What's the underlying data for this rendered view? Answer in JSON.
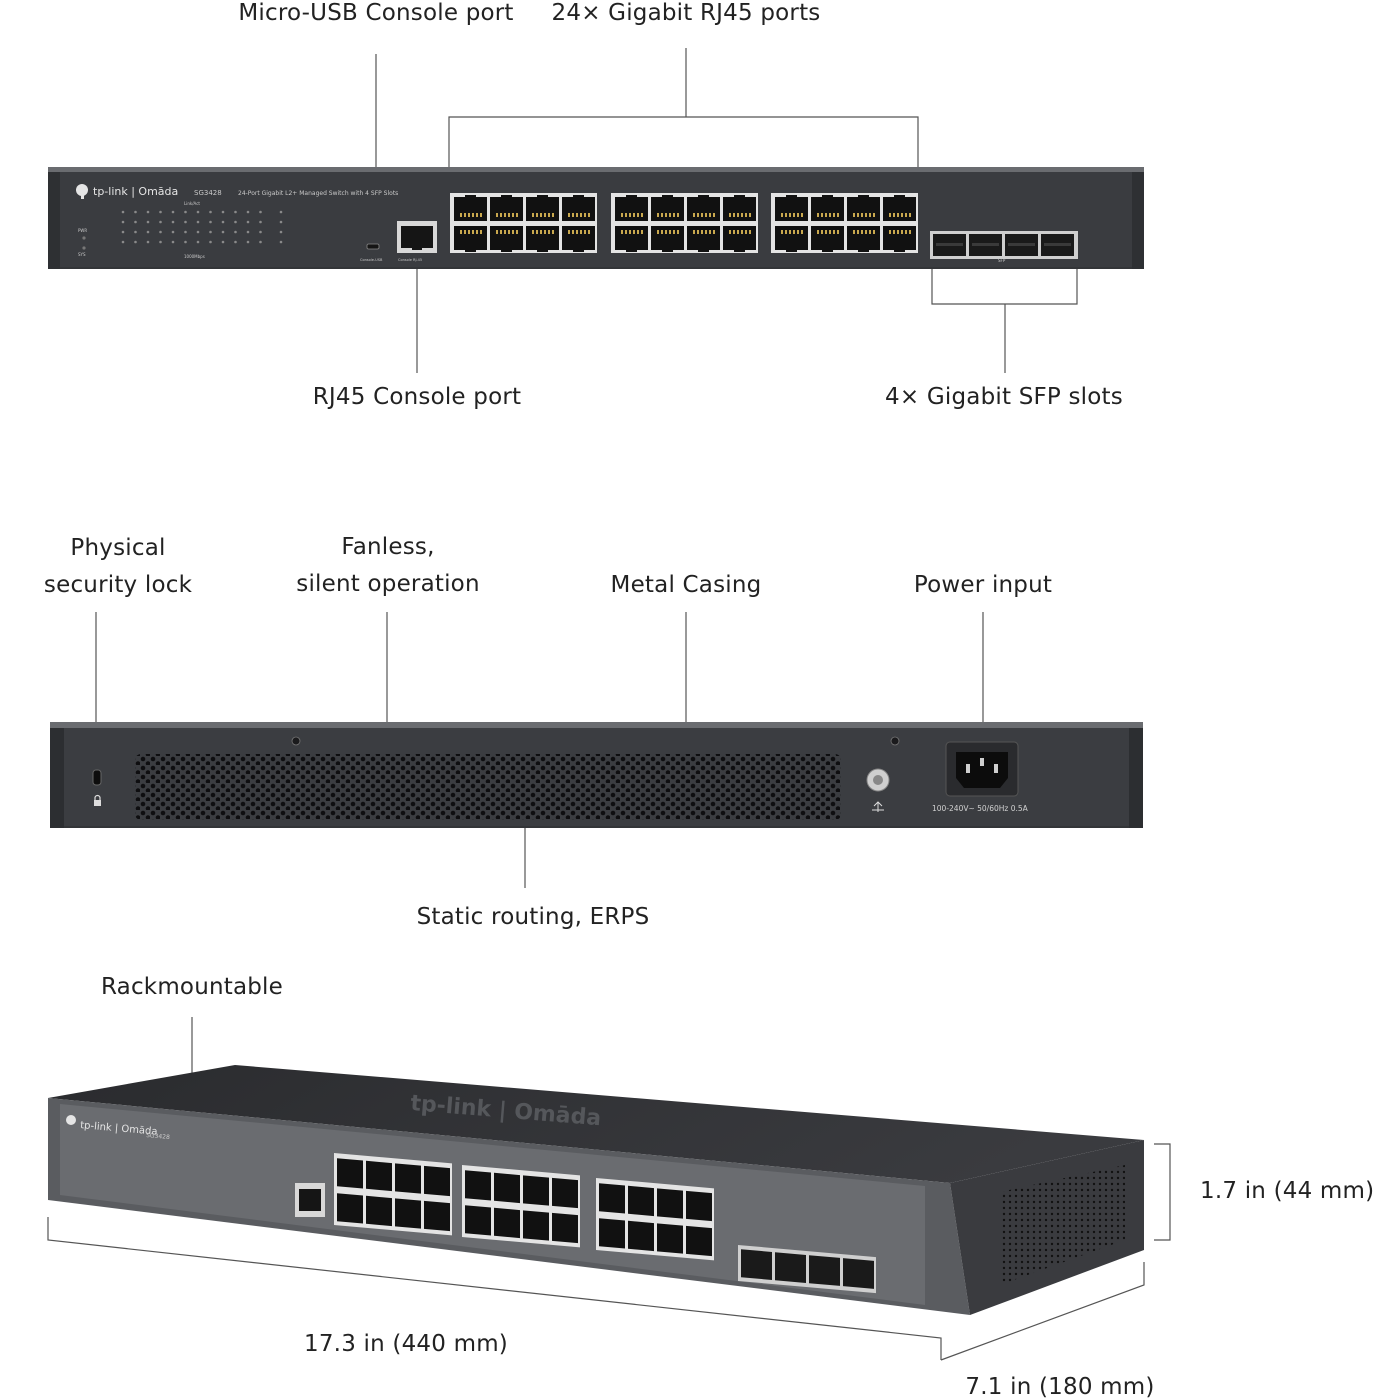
{
  "front": {
    "micro_usb_label": "Micro-USB Console port",
    "rj45_ports_label": "24× Gigabit RJ45 ports",
    "rj45_console_label": "RJ45 Console port",
    "sfp_label": "4× Gigabit SFP slots",
    "brand": "tp-link | Omāda",
    "model": "SG3428",
    "description": "24-Port Gigabit L2+ Managed Switch with 4 SFP Slots",
    "console_usb": "Console-USB",
    "console_rj45": "Console RJ-45",
    "sfp_text": "SFP",
    "pwr": "PWR",
    "sys": "SYS",
    "link_act": "Link/Act",
    "speed": "1000Mbps"
  },
  "rear": {
    "lock_label_line1": "Physical",
    "lock_label_line2": "security lock",
    "fanless_line1": "Fanless,",
    "fanless_line2": "silent operation",
    "metal_label": "Metal Casing",
    "power_label": "Power input",
    "routing_label": "Static routing, ERPS",
    "power_spec": "100-240V~ 50/60Hz 0.5A"
  },
  "iso": {
    "rack_label": "Rackmountable",
    "height_label": "1.7 in (44 mm)",
    "width_label": "17.3 in (440 mm)",
    "depth_label": "7.1 in (180 mm)",
    "top_brand": "tp-link | Omāda"
  }
}
